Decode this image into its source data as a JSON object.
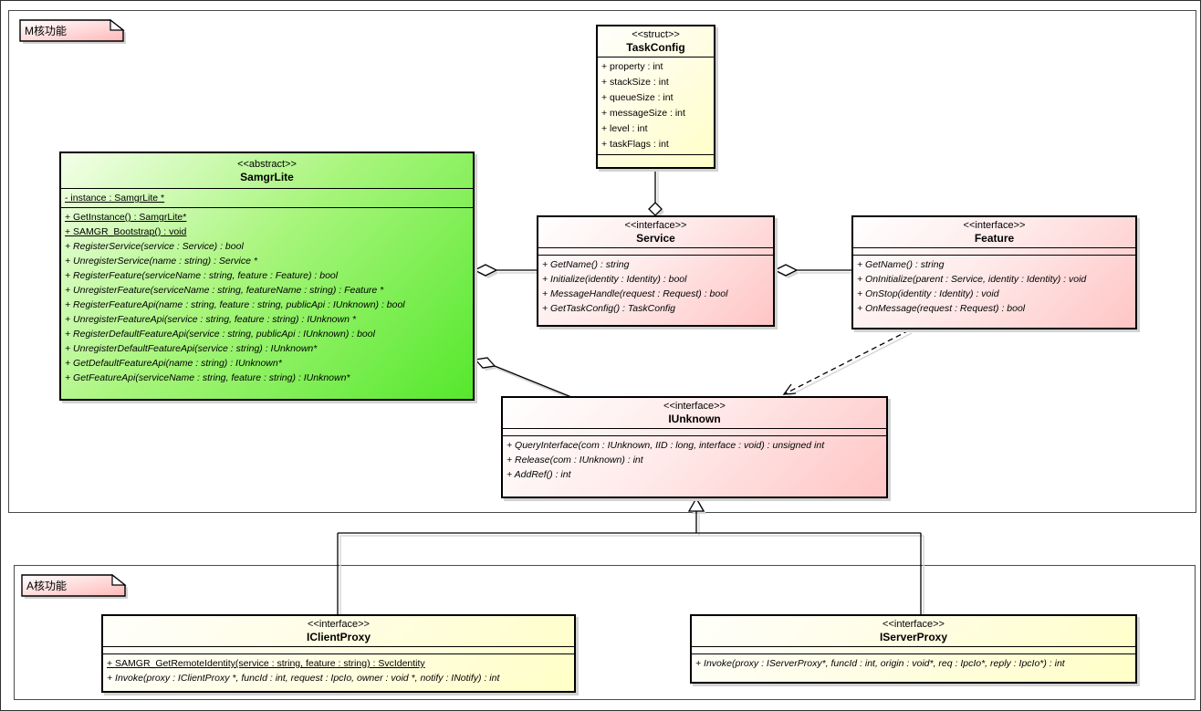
{
  "diagram": {
    "frames": {
      "m": {
        "label": "M核功能"
      },
      "a": {
        "label": "A核功能"
      }
    },
    "colors": {
      "interface_fill": "#ffc5c5",
      "abstract_fill": "#55e82c",
      "struct_fill": "#ffffc7",
      "border": "#000000",
      "shadow": "#d2d2d2"
    },
    "classes": {
      "taskConfig": {
        "stereotype": "<<struct>>",
        "name": "TaskConfig",
        "attributes": [
          "+ property : int",
          "+ stackSize : int",
          "+ queueSize : int",
          "+ messageSize : int",
          "+ level : int",
          "+ taskFlags : int"
        ],
        "operations": []
      },
      "samgrLite": {
        "stereotype": "<<abstract>>",
        "name": "SamgrLite",
        "attributes": [
          "- instance : SamgrLite *"
        ],
        "operations": [
          "+ GetInstance() : SamgrLite*",
          "+ SAMGR_Bootstrap() : void",
          "+ RegisterService(service : Service) : bool",
          "+ UnregisterService(name : string) : Service *",
          "+ RegisterFeature(serviceName : string, feature : Feature) : bool",
          "+ UnregisterFeature(serviceName : string, featureName : string) : Feature *",
          "+ RegisterFeatureApi(name : string, feature : string, publicApi : IUnknown) : bool",
          "+ UnregisterFeatureApi(service : string, feature : string) : IUnknown *",
          "+ RegisterDefaultFeatureApi(service : string, publicApi : IUnknown) : bool",
          "+ UnregisterDefaultFeatureApi(service : string) : IUnknown*",
          "+ GetDefaultFeatureApi(name : string) : IUnknown*",
          "+ GetFeatureApi(serviceName : string, feature : string) : IUnknown*"
        ]
      },
      "service": {
        "stereotype": "<<interface>>",
        "name": "Service",
        "attributes": [],
        "operations": [
          "+ GetName() : string",
          "+ Initialize(identity : Identity) : bool",
          "+ MessageHandle(request : Request) : bool",
          "+ GetTaskConfig() : TaskConfig"
        ]
      },
      "feature": {
        "stereotype": "<<interface>>",
        "name": "Feature",
        "attributes": [],
        "operations": [
          "+ GetName() : string",
          "+ OnInitialize(parent : Service, identity : Identity) : void",
          "+ OnStop(identity : Identity) : void",
          "+ OnMessage(request : Request) : bool"
        ]
      },
      "iUnknown": {
        "stereotype": "<<interface>>",
        "name": "IUnknown",
        "attributes": [],
        "operations": [
          "+ QueryInterface(com : IUnknown, IID : long, interface : void) : unsigned int",
          "+ Release(com : IUnknown) : int",
          "+ AddRef() : int"
        ]
      },
      "iClientProxy": {
        "stereotype": "<<interface>>",
        "name": "IClientProxy",
        "attributes": [],
        "operations": [
          "+ SAMGR_GetRemoteIdentity(service : string, feature : string) : SvcIdentity",
          "+ Invoke(proxy : IClientProxy *, funcId : int, request : IpcIo, owner : void *, notify : INotify) : int"
        ]
      },
      "iServerProxy": {
        "stereotype": "<<interface>>",
        "name": "IServerProxy",
        "attributes": [],
        "operations": [
          "+ Invoke(proxy : IServerProxy*, funcId : int, origin : void*, req : IpcIo*, reply : IpcIo*) : int"
        ]
      }
    }
  }
}
